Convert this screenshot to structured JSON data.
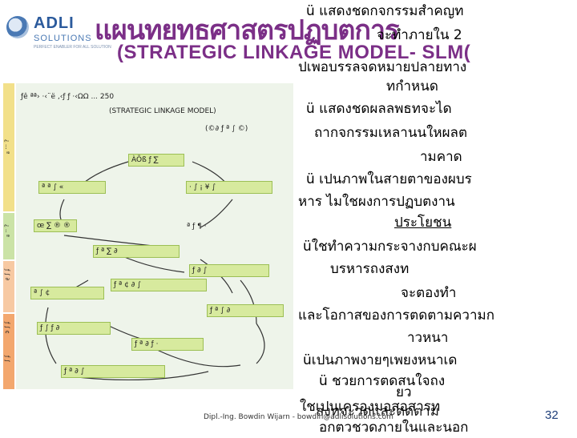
{
  "logo": {
    "name": "ADLI",
    "sub": "SOLUTIONS",
    "tagline": "PERFECT ENABLER FOR ALL SOLUTION"
  },
  "title": {
    "thai": "แผนทยทธศาสตรปฏบตการ",
    "english": "(STRATEGIC LINKAGE MODEL- SLM("
  },
  "bullets": [
    "ü แสดงชดกจกรรมสำคญท",
    "จะทำภายใน 2",
    "ปเพอบรรลจดหมายปลายทาง",
    "ทกำหนด",
    "ü แสดงชดผลลพธทจะได",
    "ถากจกรรมเหลานนใหผลต",
    "ามคาด",
    "ü เปนภาพในสายตาของผบร",
    "หาร ไมใชผงการปฏบตงาน",
    "ประโยชน",
    "üใชทำความกระจางกบคณะผ",
    "บรหารถงสงท",
    "จะตองทำ",
    "และโอกาสของการตดตามความก",
    "าวหนา",
    "üเปนภาพงายๆเพยงหนาเด",
    "ü ชวยการตดสนใจถง",
    "ยว",
    "ใชเปนเครองมอสอสารท",
    "สงทจะวดและตดตาม",
    "อกตวชวดภายในและนอก"
  ],
  "diagram": {
    "header": "ƒê ªª› ·‹¨ë ‚‹ƒ ƒ ·‹ΩΩ ... 250",
    "subheader": "(STRATEGIC LINKAGE MODEL)",
    "legend": "(©∂ ƒ ª ∫ ©)",
    "boxes": [
      "ÀÕß ƒ ∑",
      "ª ª ∫ «",
      "· ∫ ¡ ¥ ∫",
      "œ ∑ ® ®",
      "ª ƒ ¶ ·",
      "ƒ ª ∑ ∂",
      "ƒ ∂ ∫",
      "ƒ ª ¢ ∂ ∫",
      "ª ∫ ¢",
      "ƒ ª ∫ ∂",
      "ƒ ∫ ƒ ∂",
      "ƒ ª ∂ ƒ ·",
      "ƒ ª ∂ ∫"
    ],
    "side_labels": [
      "¿ ... ª",
      "¿ .. ª",
      "ƒ ∫ ∂",
      "ƒ ∫ ¢",
      "ƒ ∫"
    ]
  },
  "footer": "Dipl.-Ing. Bowdin Wijarn - bowdin@adlisolutions.com",
  "page_number": "32"
}
